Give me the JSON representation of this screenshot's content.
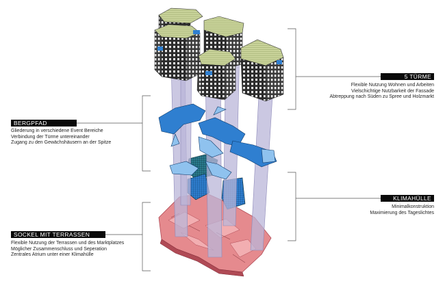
{
  "sections": {
    "towers": {
      "title": "5 TÜRME",
      "lines": [
        "Flexible Nutzung Wohnen und Arbeiten",
        "Vielschichtige Nutzbarkeit der Fassade",
        "Abtreppung nach Süden zu Spree und Holzmarkt"
      ]
    },
    "bergpfad": {
      "title": "BERGPFAD",
      "lines": [
        "Gliederung in verschiedene Event Bereiche",
        "Verbindung der Türme untereinander",
        "Zugang zu den Gewächshäusern an der Spitze"
      ]
    },
    "klimahuelle": {
      "title": "KLIMAHÜLLE",
      "lines": [
        "Minimalkonstruktion",
        "Maximierung des Tageslichtes"
      ]
    },
    "sockel": {
      "title": "SOCKEL MIT TERRASSEN",
      "lines": [
        "Flexible Nutzung der Terrassen und des Marktplatzes",
        "Möglicher Zusammenschluss und Seperation",
        "Zentrales Atrium unter einer Klimahülle"
      ]
    }
  },
  "colors": {
    "tower_face": "#2b2b2b",
    "tower_window": "#e8e8e8",
    "roof_green": "#c9d39a",
    "shaft_lavender": "#b9b6d8",
    "path_blue": "#2f7fd0",
    "path_light": "#8fc2ee",
    "plinth_red": "#e58a8e",
    "plinth_dark": "#b04a55",
    "bracket": "#555555"
  }
}
